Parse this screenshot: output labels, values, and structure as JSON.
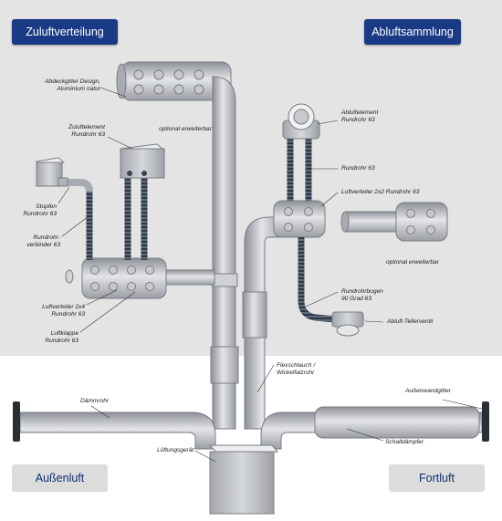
{
  "headers": {
    "supply": "Zuluftverteilung",
    "exhaust": "Abluftsammlung"
  },
  "groups": {
    "outdoor": "Außenluft",
    "outgoing": "Fortluft"
  },
  "labels": {
    "cover_line1": "Abdeckgitter Design,",
    "cover_line2": "Aluminium natur",
    "optional_left": "optional erweiterbar",
    "supply_elem_line1": "Zuluftelement",
    "supply_elem_line2": "Rundrohr 63",
    "plug_line1": "Stopfen",
    "plug_line2": "Rundrohr 63",
    "connector_line1": "Rundrohr-",
    "connector_line2": "verbinder 63",
    "distributor_line1": "Luftverteiler 2x4",
    "distributor_line2": "Rundrohr 63",
    "flap_line1": "Luftklappe",
    "flap_line2": "Rundrohr 63",
    "exhaust_elem_line1": "Abluftelement",
    "exhaust_elem_line2": "Rundrohr 63",
    "pipe": "Rundrohr 63",
    "distributor2": "Luftverteiler 2x2 Rundrohr 63",
    "optional_right": "optional erweiterbar",
    "bend_line1": "Rundrohrbogen",
    "bend_line2": "90 Grad 63",
    "valve": "Abluft-Tellerventil",
    "flex_line1": "Flexschlauch /",
    "flex_line2": "Wickelfalzrohr",
    "insulated": "Dämmrohr",
    "wall_grille": "Außenwandgitter",
    "silencer": "Schalldämpfer",
    "unit": "Lüftungsgerät"
  },
  "colors": {
    "header_bg": "#1b3a86",
    "panel_bg": "#e4e4e4",
    "group_bg": "#dcdcdc",
    "duct": "#b9bcc2"
  }
}
